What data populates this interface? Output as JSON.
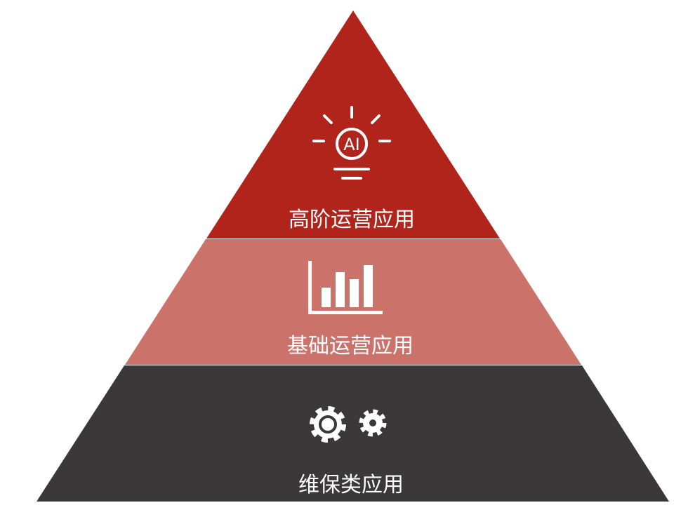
{
  "title": "Pyramid of applications",
  "colors": {
    "top": "#b1241b",
    "middle": "#cb726b",
    "bottom": "#3a3838"
  },
  "layers": [
    {
      "label": "高阶运营应用",
      "icon": "ai-lightbulb-icon",
      "icon_text": "AI"
    },
    {
      "label": "基础运营应用",
      "icon": "bar-chart-icon"
    },
    {
      "label": "维保类应用",
      "icon": "gears-icon"
    }
  ]
}
